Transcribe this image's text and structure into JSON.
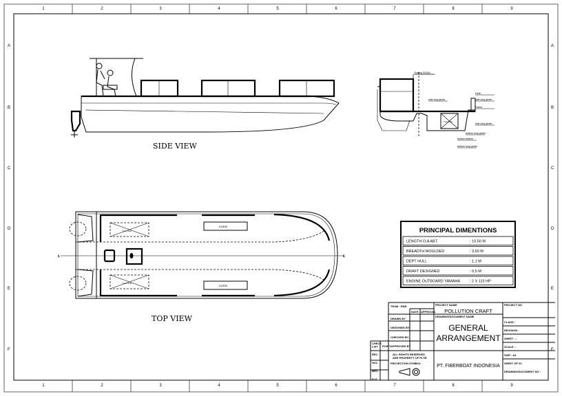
{
  "sheet": {
    "columns": [
      "1",
      "2",
      "3",
      "4",
      "5",
      "6",
      "7",
      "8",
      "9"
    ],
    "rows": [
      "A",
      "B",
      "C",
      "D",
      "E",
      "F"
    ]
  },
  "views": {
    "side_view": "SIDE VIEW",
    "top_view": "TOP VIEW",
    "centerline_mark": "℄",
    "top_labels": {
      "seat": "KURSI",
      "tank": "Fuel Tank"
    }
  },
  "section": {
    "labels": [
      "Railing SS304",
      "side long girder",
      "Deck",
      "side long girder",
      "Frame",
      "side long girder",
      "bottom long girder",
      "bottom bottom",
      "bottom long girder"
    ],
    "tank": "Fuel Tank"
  },
  "principal_dimensions": {
    "title": "PRINCIPAL DIMENTIONS",
    "rows": [
      {
        "label": "LENGTH O.A ABT.",
        "value": ": 10,50 M"
      },
      {
        "label": "BREADTH MOULDED",
        "value": ": 3,50 M"
      },
      {
        "label": "DEPT HULL",
        "value": ": 1,1 M"
      },
      {
        "label": "DRAFT DESIGNED",
        "value": ": 0,5 M"
      },
      {
        "label": "ENGINE OUTBOARD YAMAHA",
        "value": ": 2 X 115 HP"
      }
    ]
  },
  "title_block": {
    "team": "TEAM : RND",
    "date": "DATE",
    "approval": "APPROVAL",
    "drawn_by": "DRAWN BY",
    "designed_by": "DESIGNED BY",
    "checked_by": "CHECKED BY",
    "approved_by": "APPROVED BY",
    "check_list": "CHECK LIST",
    "point": "POINT",
    "check_rows": [
      "REC.",
      "HUL.",
      "MEC.",
      "ELE."
    ],
    "rights_1": "ALL RIGHTS RESERVED",
    "rights_2": "ARE PROPERTY OF PLTB",
    "projection": "PROJECTION SYMBOL",
    "project_name_label": "PROJECT NAME",
    "project_name": "POLLUTION CRAFT",
    "drawing_name_label": "DRAWING/DOCUMENT NAME",
    "drawing_name_1": "GENERAL",
    "drawing_name_2": "ARRANGEMENT",
    "company": "PT. FIBERBOAT INDONESIA",
    "project_no": "PROJECT NO",
    "right_rows": [
      "CLASS :",
      "REVISION :",
      "SHEET : -",
      "SCALE : -",
      "SIZE : A4",
      "SHEET OF 01",
      "DRAWING/DOCUMENT NO :"
    ]
  }
}
